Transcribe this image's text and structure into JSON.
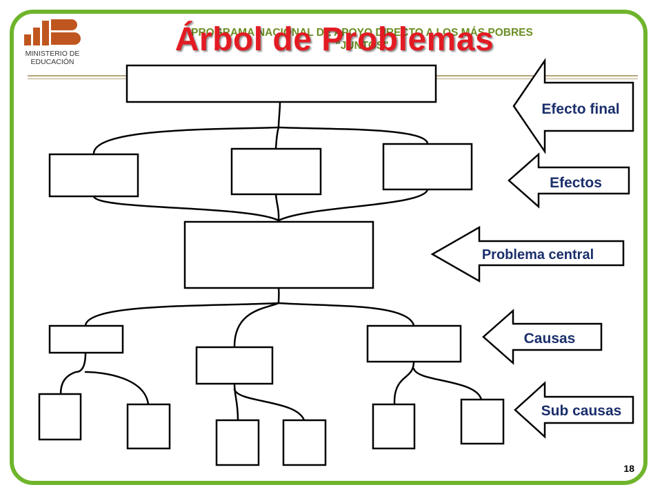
{
  "header": {
    "ministry_line1": "MINISTERIO DE",
    "ministry_line2": "EDUCACIÓN",
    "program_line1": "PROGRAMA NACIONAL DE APOYO DIRECTO A LOS MÁS POBRES",
    "program_line2": "\"JUNTOS\"",
    "title": "Árbol de Problemas"
  },
  "arrows": {
    "efecto_final": "Efecto final",
    "efectos": "Efectos",
    "problema_central": "Problema central",
    "causas": "Causas",
    "sub_causas": "Sub causas"
  },
  "footer": {
    "page_number": "18"
  },
  "colors": {
    "frame_green": "#6fb52c",
    "title_red": "#e31b23",
    "program_green": "#6b8e23",
    "arrow_text_navy": "#1a2e6b",
    "logo_orange": "#c0561f"
  }
}
